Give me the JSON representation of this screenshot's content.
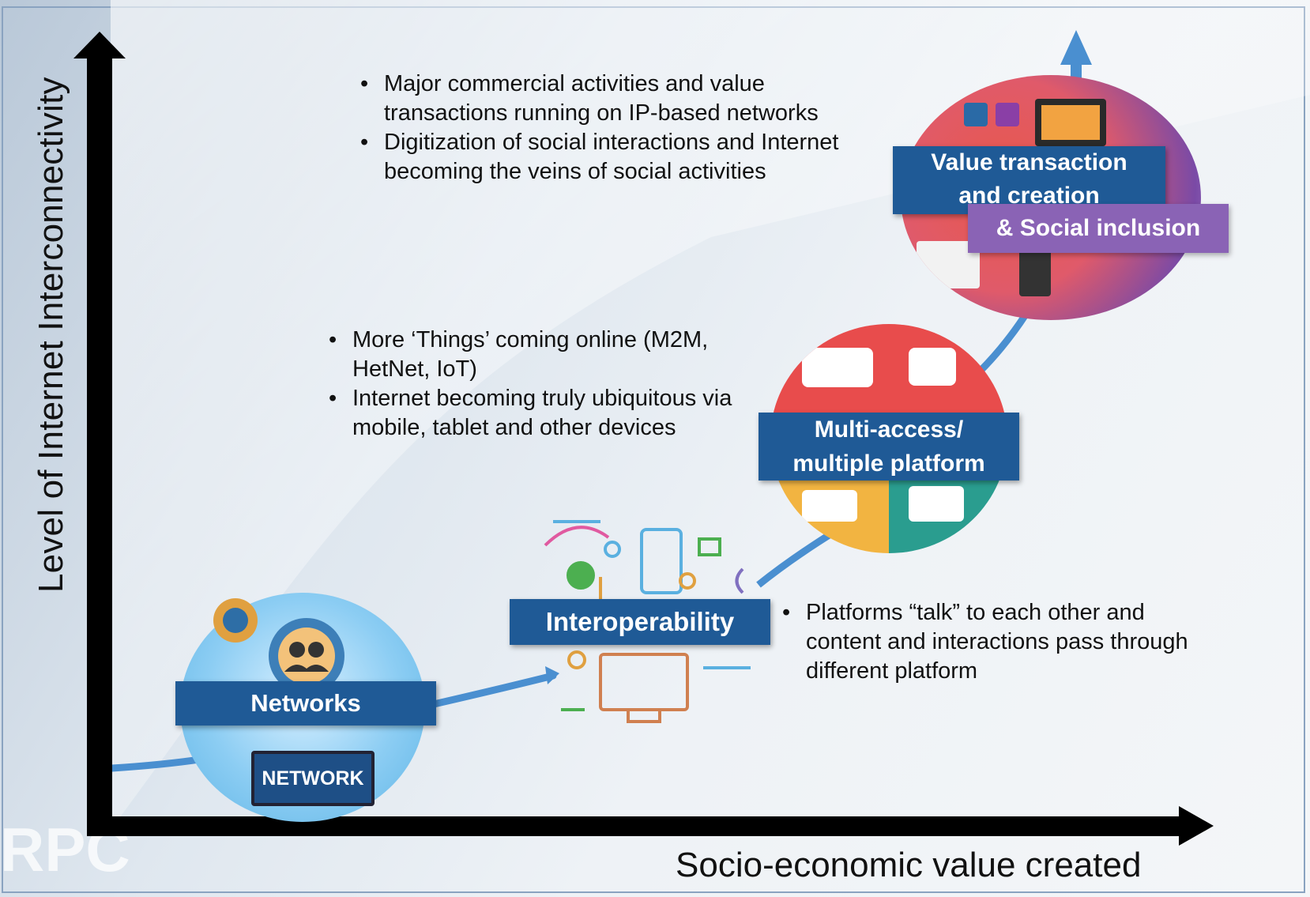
{
  "axes": {
    "y_label": "Level of Internet Interconnectivity",
    "x_label": "Socio-economic value created"
  },
  "stages": {
    "networks": {
      "label": "Networks",
      "device_label": "NETWORK"
    },
    "interoperability": {
      "label": "Interoperability"
    },
    "multi_access": {
      "line1": "Multi-access/",
      "line2": "multiple platform"
    },
    "value": {
      "line1": "Value transaction",
      "line2": "and creation",
      "line3": "& Social inclusion"
    }
  },
  "bullets_top": [
    "Major commercial activities and value transactions running on IP-based networks",
    "Digitization of social interactions and Internet becoming the veins of social activities"
  ],
  "bullets_middle": [
    "More ‘Things’ coming online (M2M, HetNet, IoT)",
    "Internet becoming truly ubiquitous via mobile, tablet and other devices"
  ],
  "bullets_bottom": [
    "Platforms “talk” to each other and content and interactions pass through different platform"
  ],
  "watermark": "RPC",
  "colors": {
    "stage_blue": "#1f5a96",
    "accent_purple": "#8a63b5",
    "path_blue": "#4a8fd0"
  }
}
